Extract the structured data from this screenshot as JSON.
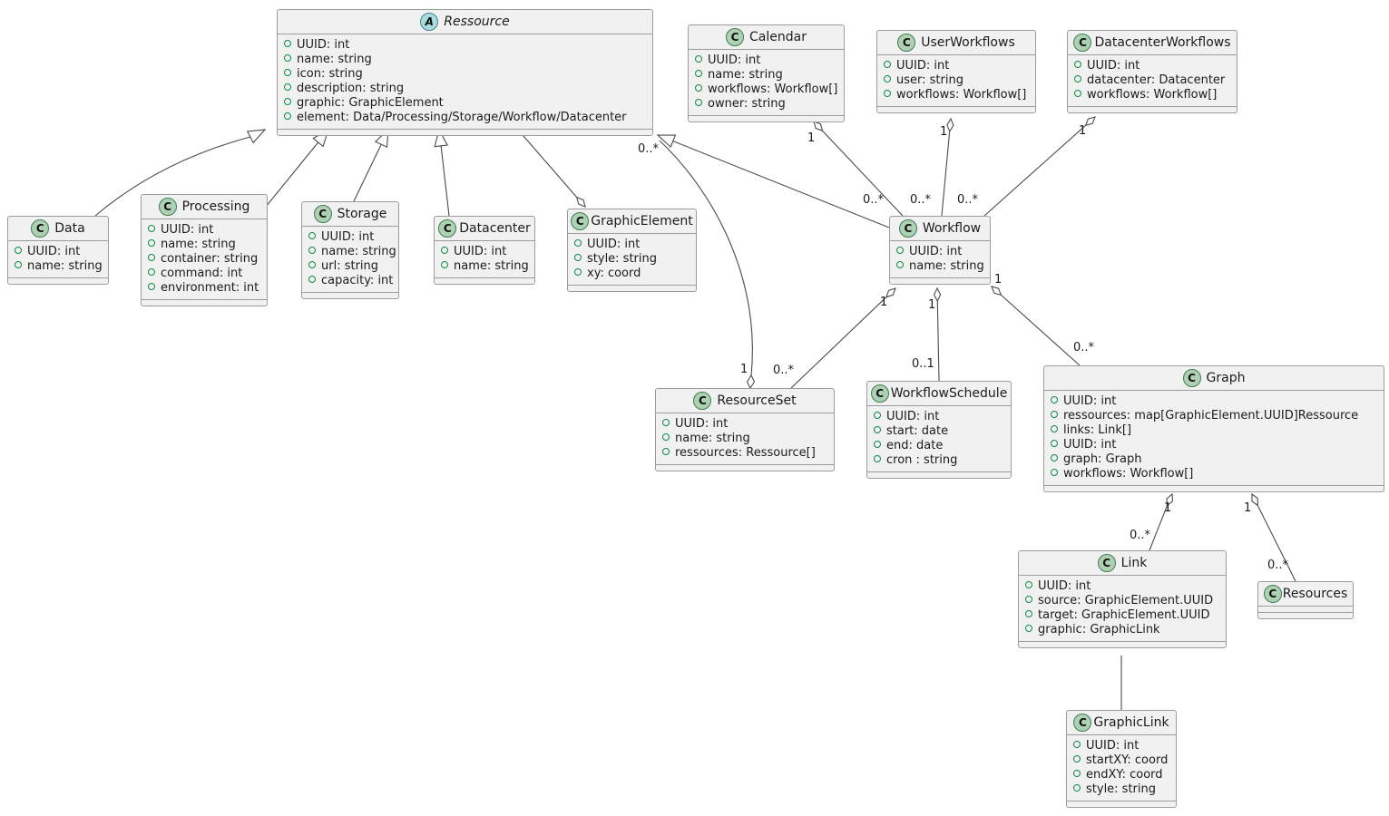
{
  "diagram": {
    "title": "",
    "classes": [
      {
        "stereotype": "abstract",
        "stereotype_letter": "A",
        "name": "Ressource",
        "attributes": [
          "UUID: int",
          "name: string",
          "icon: string",
          "description: string",
          "graphic: GraphicElement",
          "element: Data/Processing/Storage/Workflow/Datacenter"
        ]
      },
      {
        "stereotype": "class",
        "stereotype_letter": "C",
        "name": "Calendar",
        "attributes": [
          "UUID: int",
          "name: string",
          "workflows: Workflow[]",
          "owner: string"
        ]
      },
      {
        "stereotype": "class",
        "stereotype_letter": "C",
        "name": "UserWorkflows",
        "attributes": [
          "UUID: int",
          "user: string",
          "workflows: Workflow[]"
        ]
      },
      {
        "stereotype": "class",
        "stereotype_letter": "C",
        "name": "DatacenterWorkflows",
        "attributes": [
          "UUID: int",
          "datacenter: Datacenter",
          "workflows: Workflow[]"
        ]
      },
      {
        "stereotype": "class",
        "stereotype_letter": "C",
        "name": "Data",
        "attributes": [
          "UUID: int",
          "name: string"
        ]
      },
      {
        "stereotype": "class",
        "stereotype_letter": "C",
        "name": "Processing",
        "attributes": [
          "UUID: int",
          "name: string",
          "container: string",
          "command: int",
          "environment: int"
        ]
      },
      {
        "stereotype": "class",
        "stereotype_letter": "C",
        "name": "Storage",
        "attributes": [
          "UUID: int",
          "name: string",
          "url: string",
          "capacity: int"
        ]
      },
      {
        "stereotype": "class",
        "stereotype_letter": "C",
        "name": "Datacenter",
        "attributes": [
          "UUID: int",
          "name: string"
        ]
      },
      {
        "stereotype": "class",
        "stereotype_letter": "C",
        "name": "GraphicElement",
        "attributes": [
          "UUID: int",
          "style: string",
          "xy: coord"
        ]
      },
      {
        "stereotype": "class",
        "stereotype_letter": "C",
        "name": "Workflow",
        "attributes": [
          "UUID: int",
          "name: string"
        ]
      },
      {
        "stereotype": "class",
        "stereotype_letter": "C",
        "name": "ResourceSet",
        "attributes": [
          "UUID: int",
          "name: string",
          "ressources: Ressource[]"
        ]
      },
      {
        "stereotype": "class",
        "stereotype_letter": "C",
        "name": "WorkflowSchedule",
        "attributes": [
          "UUID: int",
          "start: date",
          "end: date",
          "cron : string"
        ]
      },
      {
        "stereotype": "class",
        "stereotype_letter": "C",
        "name": "Graph",
        "attributes": [
          "UUID: int",
          "ressources: map[GraphicElement.UUID]Ressource",
          "links: Link[]",
          "UUID: int",
          "graph: Graph",
          "workflows: Workflow[]"
        ]
      },
      {
        "stereotype": "class",
        "stereotype_letter": "C",
        "name": "Link",
        "attributes": [
          "UUID: int",
          "source: GraphicElement.UUID",
          "target: GraphicElement.UUID",
          "graphic: GraphicLink"
        ]
      },
      {
        "stereotype": "class",
        "stereotype_letter": "C",
        "name": "Resources",
        "attributes": []
      },
      {
        "stereotype": "class",
        "stereotype_letter": "C",
        "name": "GraphicLink",
        "attributes": [
          "UUID: int",
          "startXY: coord",
          "endXY: coord",
          "style: string"
        ]
      }
    ],
    "multiplicities": [
      "1",
      "0..*",
      "1",
      "0..*",
      "1",
      "0..*",
      "1",
      "0..*",
      "1",
      "0..1",
      "1",
      "0..*",
      "1",
      "0..*",
      "1",
      "0..*",
      "1",
      "0..*"
    ],
    "colors": {
      "class_fill": "#F1F1F2",
      "class_border": "#9c9c9c",
      "class_icon_fill": "#ADD1B2",
      "abstract_icon_fill": "#A9DCDF",
      "attribute_bullet": "#0B8A43",
      "edge": "#4a4a4a"
    }
  }
}
